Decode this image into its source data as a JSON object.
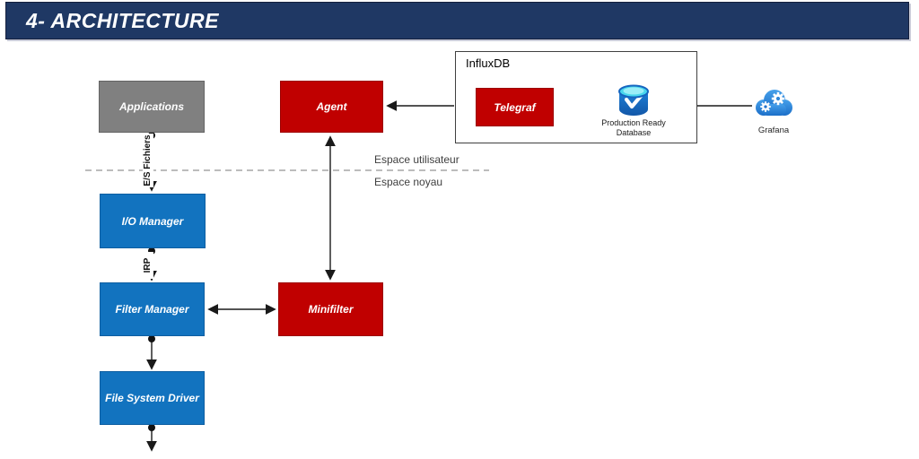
{
  "header": {
    "title": "4- ARCHITECTURE"
  },
  "colors": {
    "header_bg": "#1f3864",
    "header_border": "#141f3d",
    "red": "#c00000",
    "red_border": "#9c0000",
    "blue": "#1273bf",
    "blue_border": "#0d5ea1",
    "gray": "#808080",
    "gray_border": "#646464",
    "line": "#1a1a1a",
    "dashed_line": "#a6a6a6",
    "icon_cloud_blue": "#2e86d8",
    "icon_db_blue": "#1565c0",
    "icon_db_cyan": "#49d6ec"
  },
  "boxes": {
    "applications": "Applications",
    "agent": "Agent",
    "telegraf": "Telegraf",
    "io_manager": "I/O Manager",
    "filter_manager": "Filter Manager",
    "minifilter": "Minifilter",
    "file_system_driver": "File System Driver"
  },
  "groups": {
    "influxdb": "InfluxDB"
  },
  "icons": {
    "database_label_1": "Production Ready",
    "database_label_2": "Database",
    "grafana_label": "Grafana"
  },
  "zones": {
    "user_space": "Espace utilisateur",
    "kernel_space": "Espace noyau"
  },
  "edge_labels": {
    "file_io": "E/S Fichiers",
    "irp": "IRP"
  }
}
